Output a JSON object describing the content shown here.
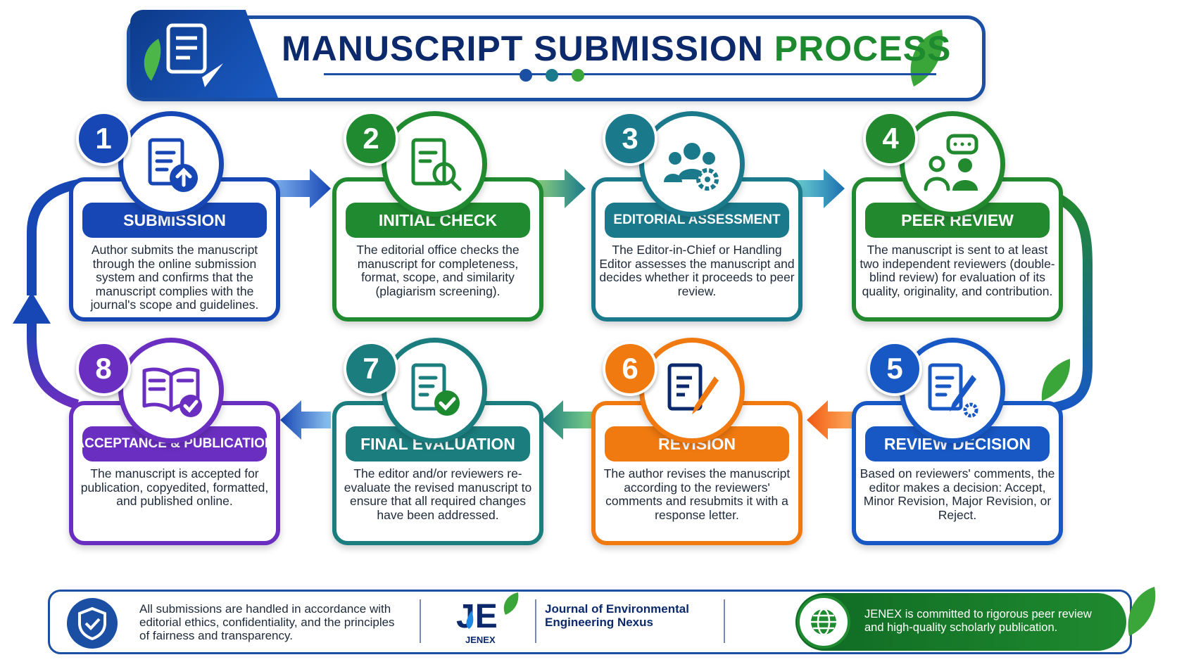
{
  "header": {
    "title_part1": "MANUSCRIPT SUBMISSION ",
    "title_part2": "PROCESS"
  },
  "steps": [
    {
      "number": "1",
      "title": "SUBMISSION",
      "description": "Author submits the manuscript through the online submission system and confirms that the manuscript complies with the journal's scope and guidelines.",
      "color": "#1747b5",
      "icon": "document-upload-icon"
    },
    {
      "number": "2",
      "title": "INITIAL CHECK",
      "description": "The editorial office checks the manuscript for completeness, format, scope, and similarity (plagiarism screening).",
      "color": "#1f8a2f",
      "icon": "document-search-icon"
    },
    {
      "number": "3",
      "title": "EDITORIAL ASSESSMENT",
      "description": "The Editor-in-Chief or Handling Editor assesses the manuscript and decides whether it proceeds to peer review.",
      "color": "#1a7a8c",
      "icon": "editors-gear-icon"
    },
    {
      "number": "4",
      "title": "PEER REVIEW",
      "description": "The manuscript is sent to at least two independent reviewers (double-blind review) for evaluation of its quality, originality, and contribution.",
      "color": "#22892f",
      "icon": "reviewers-chat-icon"
    },
    {
      "number": "5",
      "title": "REVIEW DECISION",
      "description": "Based on reviewers' comments, the editor makes a decision: Accept, Minor Revision, Major Revision, or Reject.",
      "color": "#1758c4",
      "icon": "document-pen-gear-icon"
    },
    {
      "number": "6",
      "title": "REVISION",
      "description": "The author revises the manuscript according to the reviewers' comments and resubmits it with a response letter.",
      "color": "#f07a10",
      "icon": "document-pencil-icon"
    },
    {
      "number": "7",
      "title": "FINAL EVALUATION",
      "description": "The editor and/or reviewers re-evaluate the revised manuscript to ensure that all required changes have been addressed.",
      "color": "#1b7d7d",
      "icon": "document-check-icon"
    },
    {
      "number": "8",
      "title": "ACCEPTANCE & PUBLICATION",
      "description": "The manuscript is accepted for publication, copyedited, formatted, and published online.",
      "color": "#6a2fc0",
      "icon": "book-check-icon"
    }
  ],
  "footer": {
    "ethics_text": "All submissions are handled in accordance with editorial ethics, confidentiality, and the principles of fairness and transparency.",
    "logo_text": "JENEX",
    "journal_name": "Journal of Environmental Engineering Nexus",
    "commitment_text": "JENEX is committed to rigorous peer review and high-quality scholarly publication."
  },
  "colors": {
    "navy": "#0c2a6b",
    "blue": "#1a4fa3",
    "green": "#1e8a2f",
    "teal": "#1a7a8c",
    "orange": "#f07a10",
    "purple": "#6a2fc0"
  }
}
